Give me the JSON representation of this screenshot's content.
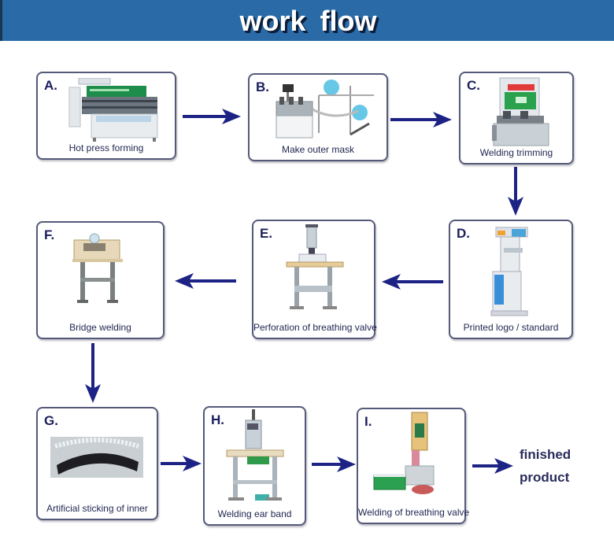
{
  "header": {
    "title": "work  flow",
    "background_color": "#2a6aa6"
  },
  "steps": [
    {
      "letter": "A.",
      "caption": "Hot press forming",
      "image": "hot-press-forming-machine"
    },
    {
      "letter": "B.",
      "caption": "Make outer mask",
      "image": "outer-mask-machine"
    },
    {
      "letter": "C.",
      "caption": "Welding trimming",
      "image": "welding-trimming-machine"
    },
    {
      "letter": "D.",
      "caption": "Printed logo / standard",
      "image": "pad-printing-machine"
    },
    {
      "letter": "E.",
      "caption": "Perforation of breathing valve",
      "image": "perforation-machine"
    },
    {
      "letter": "F.",
      "caption": "Bridge welding",
      "image": "bridge-welding-machine"
    },
    {
      "letter": "G.",
      "caption": "Artificial sticking of inner",
      "image": "inner-foam-strip"
    },
    {
      "letter": "H.",
      "caption": "Welding ear band",
      "image": "ear-band-welding-machine"
    },
    {
      "letter": "I.",
      "caption": "Welding of breathing valve",
      "image": "breathing-valve-welding-machine"
    }
  ],
  "final": {
    "line1": "finished",
    "line2": "product"
  },
  "colors": {
    "arrow": "#1c2385",
    "box_border": "#555a7a",
    "text": "#1f2550"
  }
}
